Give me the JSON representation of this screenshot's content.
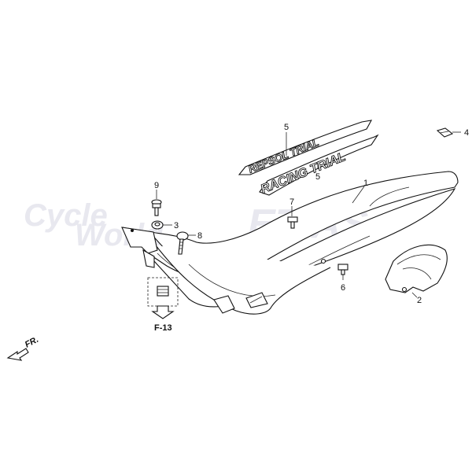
{
  "watermark": {
    "left_text_top": "Cycle",
    "left_text_bottom": "World",
    "right_text": "ETIAS",
    "color": "#e6e6ee"
  },
  "callouts": [
    {
      "id": "c1",
      "label": "1"
    },
    {
      "id": "c2",
      "label": "2"
    },
    {
      "id": "c3",
      "label": "3"
    },
    {
      "id": "c4",
      "label": "4"
    },
    {
      "id": "c5a",
      "label": "5"
    },
    {
      "id": "c5b",
      "label": "5"
    },
    {
      "id": "c6",
      "label": "6"
    },
    {
      "id": "c7",
      "label": "7"
    },
    {
      "id": "c8",
      "label": "8"
    },
    {
      "id": "c9",
      "label": "9"
    }
  ],
  "decals": {
    "upper": "REPSOL TRIAL",
    "lower": "RACING TRIAL"
  },
  "reference": {
    "label": "F-13"
  },
  "front_indicator": {
    "label": "FR."
  },
  "icons": {
    "front_arrow": "arrow-down-left-icon",
    "reference_arrow": "arrow-down-icon"
  }
}
